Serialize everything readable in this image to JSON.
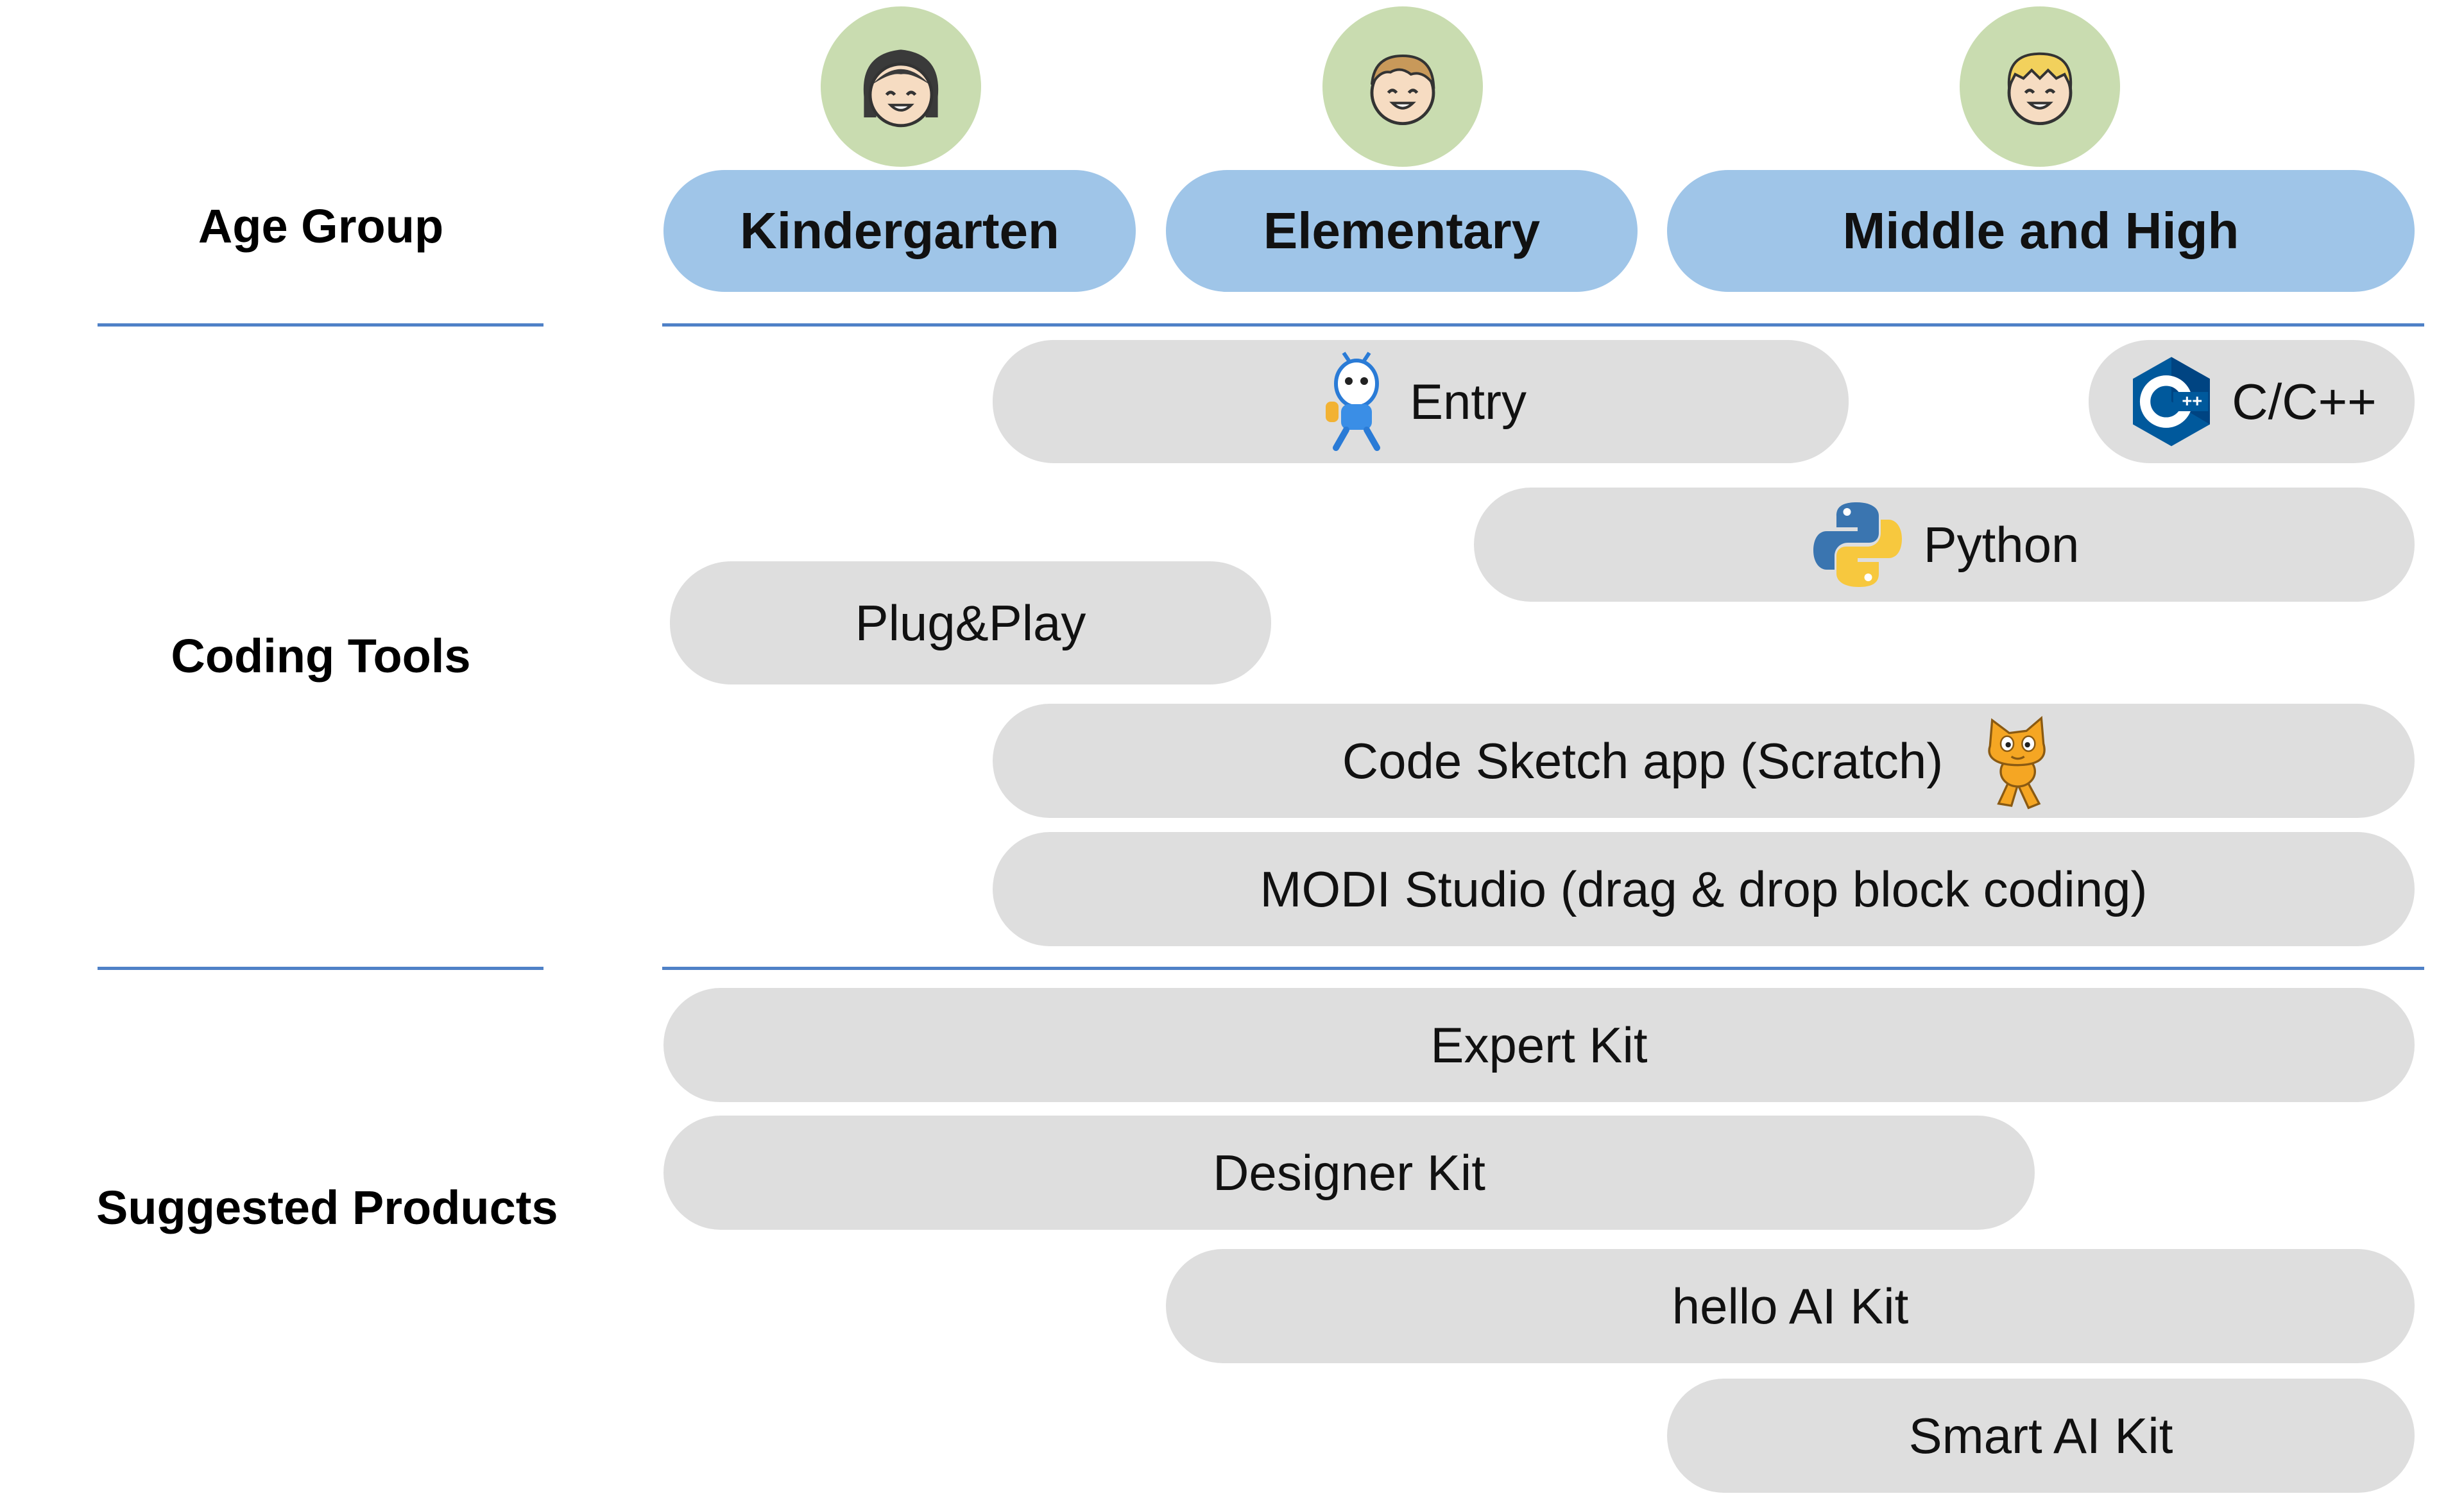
{
  "rows": {
    "age_group": "Age Group",
    "coding_tools": "Coding Tools",
    "suggested_products": "Suggested Products"
  },
  "age_groups": [
    "Kindergarten",
    "Elementary",
    "Middle and High"
  ],
  "coding_tools": {
    "entry": "Entry",
    "cpp": "C/C++",
    "python": "Python",
    "plugplay": "Plug&Play",
    "scratch": "Code Sketch app (Scratch)",
    "modi": "MODI Studio (drag & drop block coding)"
  },
  "products": {
    "expert": "Expert Kit",
    "designer": "Designer Kit",
    "hello_ai": "hello AI Kit",
    "smart_ai": "Smart AI Kit"
  },
  "colors": {
    "age_pill": "#9fc5e8",
    "gray_pill": "#dedede",
    "divider": "#4f81c7",
    "avatar_bg": "#c9dcb0"
  },
  "icons": {
    "avatars": [
      "girl-face-icon",
      "boy-face-icon",
      "blond-boy-face-icon"
    ],
    "entry": "entry-robot-icon",
    "cpp": "cpp-logo-icon",
    "python": "python-logo-icon",
    "scratch": "scratch-cat-icon"
  }
}
